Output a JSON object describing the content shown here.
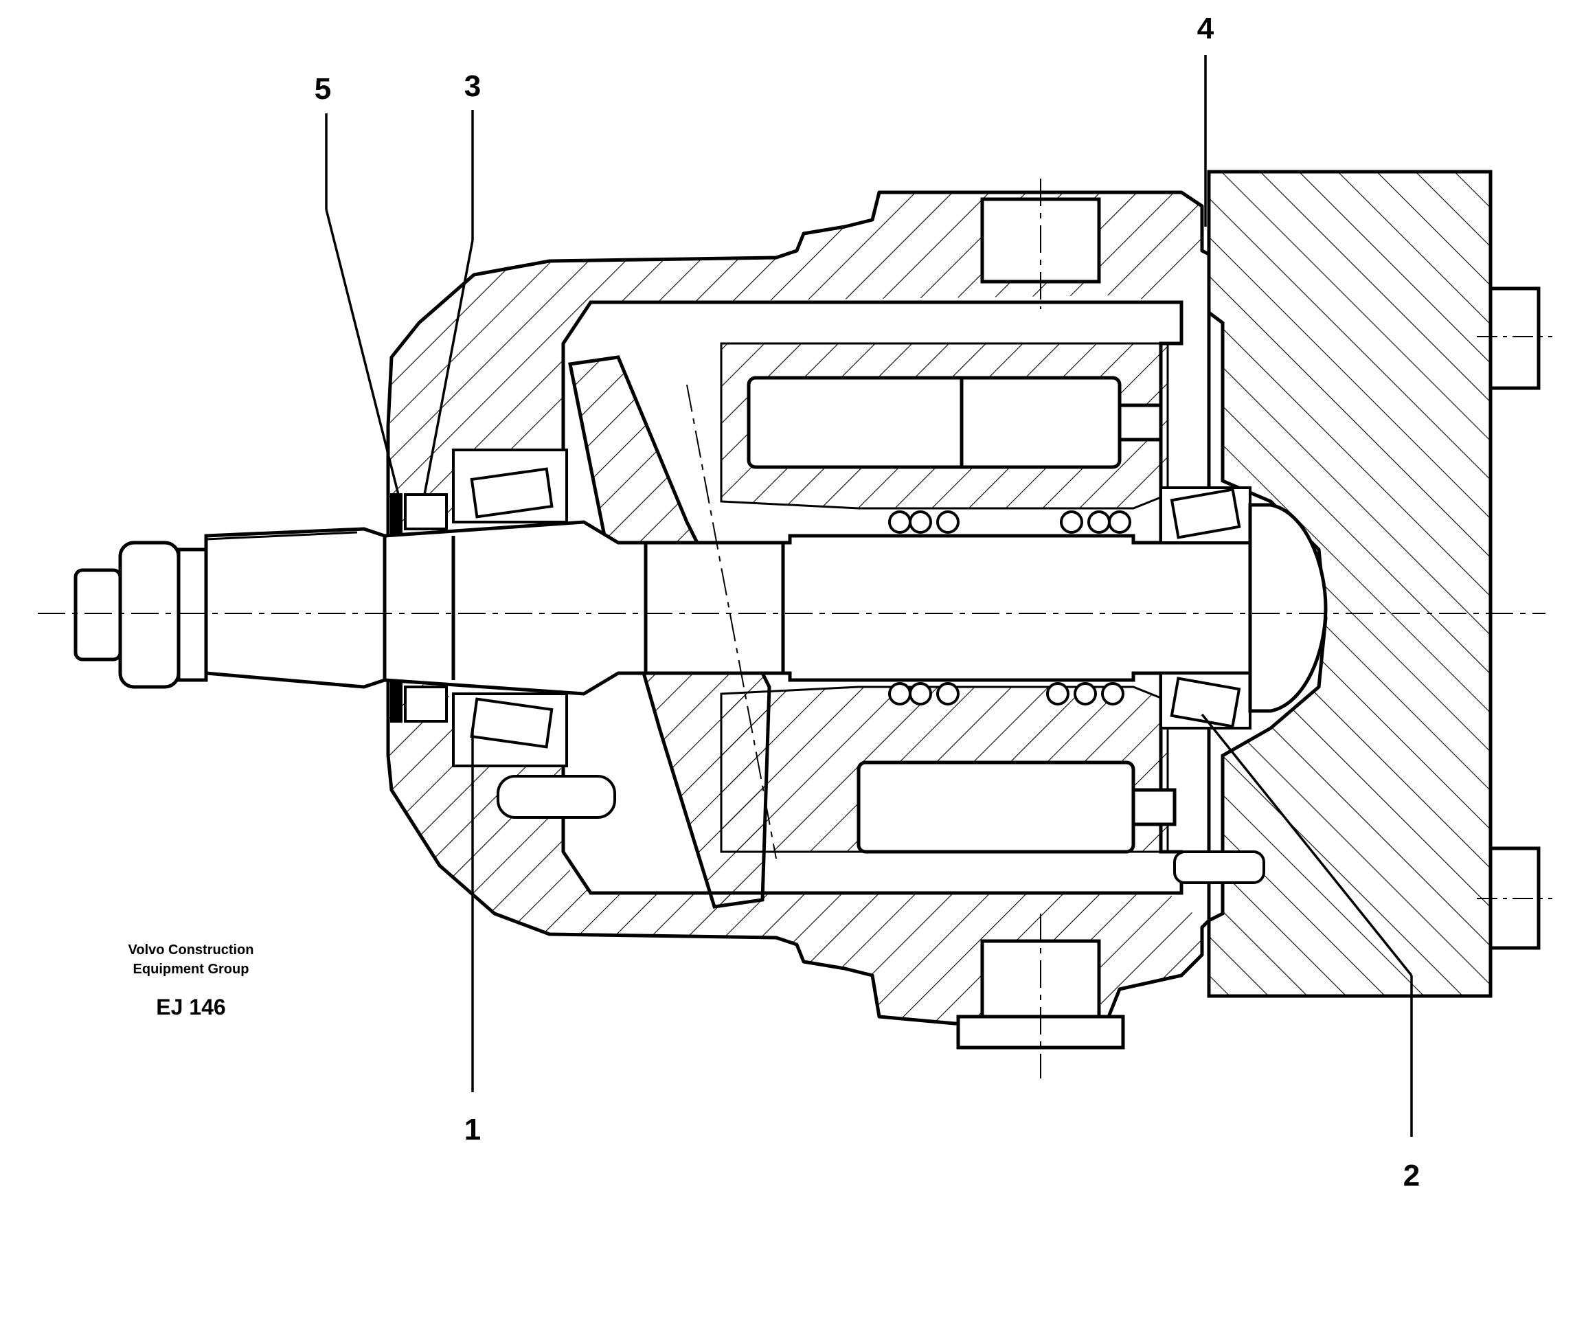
{
  "callouts": [
    {
      "id": "1",
      "label": "1"
    },
    {
      "id": "2",
      "label": "2"
    },
    {
      "id": "3",
      "label": "3"
    },
    {
      "id": "4",
      "label": "4"
    },
    {
      "id": "5",
      "label": "5"
    }
  ],
  "caption": {
    "line1": "Volvo Construction",
    "line2": "Equipment Group",
    "code": "EJ 146"
  }
}
